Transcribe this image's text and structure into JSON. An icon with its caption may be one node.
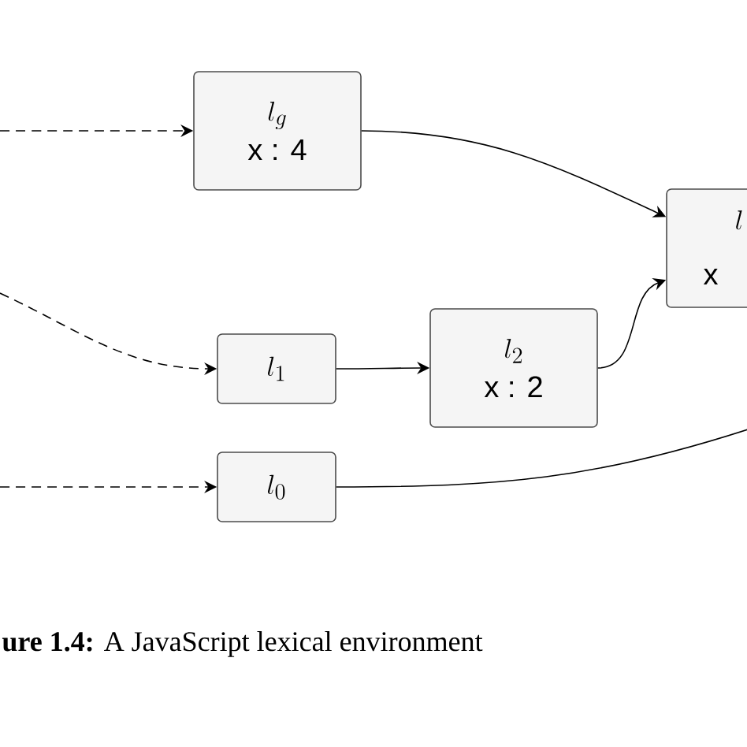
{
  "diagram": {
    "caption": "**ure 1.4:** A JavaScript lexical environment",
    "nodes": [
      {
        "text": [
          "l_g",
          "x : 4"
        ]
      },
      {
        "text": [
          "l_1"
        ]
      },
      {
        "text": [
          "l_2",
          "x : 2"
        ]
      },
      {
        "text": [
          "l_0"
        ]
      },
      {
        "text": [
          "l",
          "x"
        ]
      }
    ],
    "edges": [
      {
        "from": null,
        "to": 0,
        "arrow": "to",
        "style": "dashed"
      },
      {
        "from": null,
        "to": 1,
        "arrow": "to",
        "style": "dashed"
      },
      {
        "from": null,
        "to": 3,
        "arrow": "to",
        "style": "dashed"
      },
      {
        "from": 0,
        "to": 4,
        "arrow": "to"
      },
      {
        "from": 1,
        "to": 2,
        "arrow": "to"
      },
      {
        "from": 2,
        "to": 4,
        "arrow": "to"
      },
      {
        "from": 3,
        "to": null,
        "arrow": "none"
      }
    ]
  }
}
